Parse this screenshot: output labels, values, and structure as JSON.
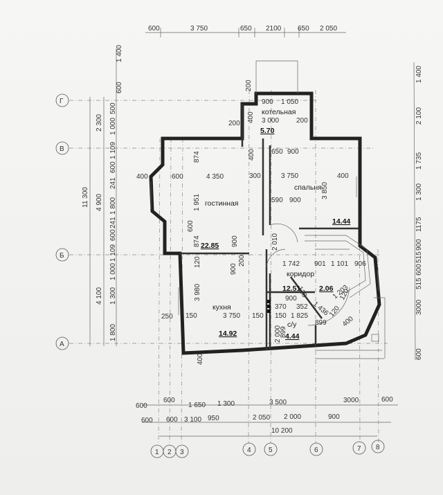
{
  "top_dims": [
    "600",
    "3 750",
    "650",
    "2100",
    "650",
    "2 050"
  ],
  "left_outer_dim": "11 300",
  "left_mid_dims": [
    "2 300",
    "4 900",
    "4 100"
  ],
  "left_inner_dims": [
    "1 400",
    "600",
    "500",
    "1 000",
    "1 109",
    "600",
    "241",
    "1 800",
    "241",
    "600",
    "1 109",
    "1 000",
    "1 300",
    "1 800"
  ],
  "right_dims": [
    "1 400",
    "2 100",
    "1 735",
    "1 300",
    "1175",
    "900",
    "515",
    "600",
    "515",
    "3000",
    "600"
  ],
  "bottom_row1": [
    "600",
    "600",
    "1 650",
    "1 300",
    "3 500",
    "3000",
    "600"
  ],
  "bottom_row2": [
    "600",
    "600",
    "3 100",
    "950",
    "2 050",
    "2 000",
    "900"
  ],
  "bottom_total": "10 200",
  "axes_rows": [
    "Г",
    "В",
    "Б",
    "А"
  ],
  "axes_cols": [
    "1",
    "2",
    "3",
    "4",
    "5",
    "6",
    "7",
    "8"
  ],
  "rooms": [
    {
      "name": "котельная",
      "area": "5.70"
    },
    {
      "name": "спальня",
      "area": "14.44"
    },
    {
      "name": "гостинная",
      "area": "22.85"
    },
    {
      "name": "кухня",
      "area": "14.92"
    },
    {
      "name": "коридор",
      "area": "12.51"
    },
    {
      "name": "с/у",
      "area": "4.44"
    },
    {
      "name": "",
      "area": "2.06"
    }
  ],
  "inner_dims": {
    "boiler": [
      "900",
      "1 050",
      "3 000",
      "200",
      "200",
      "200",
      "400"
    ],
    "living": [
      "600",
      "874",
      "4 350",
      "300",
      "1 951",
      "600",
      "874",
      "900",
      "400"
    ],
    "bedroom": [
      "650",
      "900",
      "3 750",
      "400",
      "3 850",
      "590",
      "900"
    ],
    "kitchen": [
      "120",
      "3 980",
      "3 750",
      "150",
      "150",
      "900",
      "200",
      "250"
    ],
    "corridor": [
      "2 010",
      "1 742",
      "901",
      "1 101",
      "906",
      "900",
      "352",
      "370",
      "150",
      "1 825",
      "899",
      "2 000",
      "899"
    ],
    "diag": [
      "120",
      "1 436",
      "1 203",
      "120",
      "400",
      "120"
    ]
  },
  "misc": [
    "400",
    "400"
  ]
}
